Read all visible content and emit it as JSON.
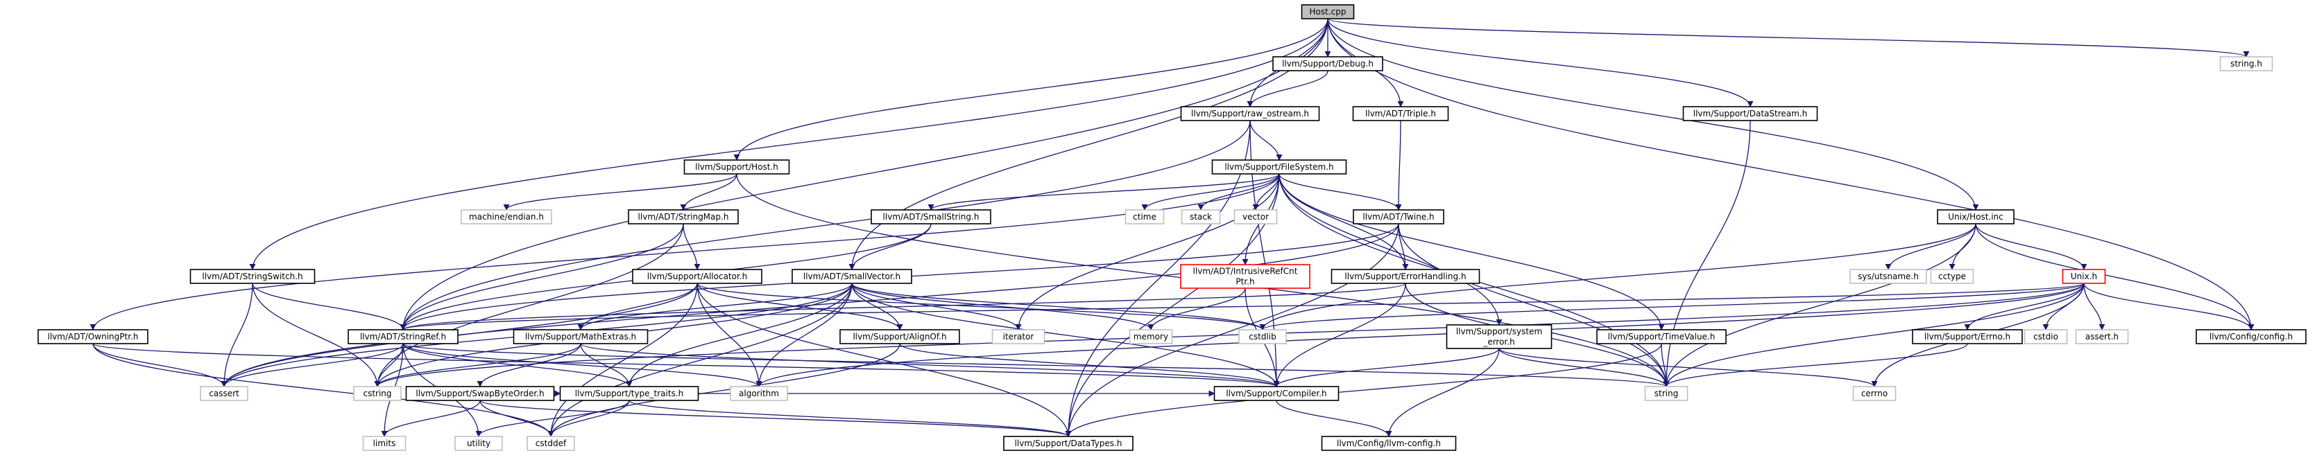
{
  "diagram": {
    "colors": {
      "edge": "#191970",
      "root_fill": "#bfbfbf",
      "node_border": "#000000",
      "external_border": "#bfbfbf",
      "highlight_border": "#ff0000",
      "text": "#000000"
    },
    "nodes": [
      {
        "id": "host_cpp",
        "label": "Host.cpp",
        "kind": "root"
      },
      {
        "id": "debug_h",
        "label": "llvm/Support/Debug.h",
        "kind": "file"
      },
      {
        "id": "string_h",
        "label": "string.h",
        "kind": "external"
      },
      {
        "id": "raw_ostream_h",
        "label": "llvm/Support/raw_ostream.h",
        "kind": "file"
      },
      {
        "id": "triple_h",
        "label": "llvm/ADT/Triple.h",
        "kind": "file"
      },
      {
        "id": "datastream_h",
        "label": "llvm/Support/DataStream.h",
        "kind": "file"
      },
      {
        "id": "support_host_h",
        "label": "llvm/Support/Host.h",
        "kind": "file"
      },
      {
        "id": "filesystem_h",
        "label": "llvm/Support/FileSystem.h",
        "kind": "file"
      },
      {
        "id": "machine_endian_h",
        "label": "machine/endian.h",
        "kind": "external"
      },
      {
        "id": "stringmap_h",
        "label": "llvm/ADT/StringMap.h",
        "kind": "file"
      },
      {
        "id": "smallstring_h",
        "label": "llvm/ADT/SmallString.h",
        "kind": "file"
      },
      {
        "id": "ctime",
        "label": "ctime",
        "kind": "external"
      },
      {
        "id": "stack",
        "label": "stack",
        "kind": "external"
      },
      {
        "id": "vector",
        "label": "vector",
        "kind": "external"
      },
      {
        "id": "twine_h",
        "label": "llvm/ADT/Twine.h",
        "kind": "file"
      },
      {
        "id": "unix_host_inc",
        "label": "Unix/Host.inc",
        "kind": "file"
      },
      {
        "id": "stringswitch_h",
        "label": "llvm/ADT/StringSwitch.h",
        "kind": "file"
      },
      {
        "id": "allocator_h",
        "label": "llvm/Support/Allocator.h",
        "kind": "file"
      },
      {
        "id": "smallvector_h",
        "label": "llvm/ADT/SmallVector.h",
        "kind": "file"
      },
      {
        "id": "intrusiverefcntptr_h",
        "label": "llvm/ADT/IntrusiveRefCnt\nPtr.h",
        "kind": "highlight"
      },
      {
        "id": "errorhandling_h",
        "label": "llvm/Support/ErrorHandling.h",
        "kind": "file"
      },
      {
        "id": "sys_utsname_h",
        "label": "sys/utsname.h",
        "kind": "external"
      },
      {
        "id": "cctype",
        "label": "cctype",
        "kind": "external"
      },
      {
        "id": "unix_h",
        "label": "Unix.h",
        "kind": "highlight"
      },
      {
        "id": "owningptr_h",
        "label": "llvm/ADT/OwningPtr.h",
        "kind": "file"
      },
      {
        "id": "stringref_h",
        "label": "llvm/ADT/StringRef.h",
        "kind": "file"
      },
      {
        "id": "mathextras_h",
        "label": "llvm/Support/MathExtras.h",
        "kind": "file"
      },
      {
        "id": "alignof_h",
        "label": "llvm/Support/AlignOf.h",
        "kind": "file"
      },
      {
        "id": "iterator",
        "label": "iterator",
        "kind": "external"
      },
      {
        "id": "memory",
        "label": "memory",
        "kind": "external"
      },
      {
        "id": "cstdlib",
        "label": "cstdlib",
        "kind": "external"
      },
      {
        "id": "system_error_h",
        "label": "llvm/Support/system\n_error.h",
        "kind": "file"
      },
      {
        "id": "timevalue_h",
        "label": "llvm/Support/TimeValue.h",
        "kind": "file"
      },
      {
        "id": "errno_h",
        "label": "llvm/Support/Errno.h",
        "kind": "file"
      },
      {
        "id": "cstdio",
        "label": "cstdio",
        "kind": "external"
      },
      {
        "id": "assert_h",
        "label": "assert.h",
        "kind": "external"
      },
      {
        "id": "config_h",
        "label": "llvm/Config/config.h",
        "kind": "file"
      },
      {
        "id": "cassert",
        "label": "cassert",
        "kind": "external"
      },
      {
        "id": "cstring",
        "label": "cstring",
        "kind": "external"
      },
      {
        "id": "swapbyteorder_h",
        "label": "llvm/Support/SwapByteOrder.h",
        "kind": "file"
      },
      {
        "id": "type_traits_h",
        "label": "llvm/Support/type_traits.h",
        "kind": "file"
      },
      {
        "id": "algorithm",
        "label": "algorithm",
        "kind": "external"
      },
      {
        "id": "compiler_h",
        "label": "llvm/Support/Compiler.h",
        "kind": "file"
      },
      {
        "id": "string",
        "label": "string",
        "kind": "external"
      },
      {
        "id": "cerrno",
        "label": "cerrno",
        "kind": "external"
      },
      {
        "id": "limits",
        "label": "limits",
        "kind": "external"
      },
      {
        "id": "utility",
        "label": "utility",
        "kind": "external"
      },
      {
        "id": "cstddef",
        "label": "cstddef",
        "kind": "external"
      },
      {
        "id": "datatypes_h",
        "label": "llvm/Support/DataTypes.h",
        "kind": "file"
      },
      {
        "id": "llvm_config_h",
        "label": "llvm/Config/llvm-config.h",
        "kind": "file"
      }
    ],
    "edges": [
      [
        "host_cpp",
        "debug_h"
      ],
      [
        "host_cpp",
        "string_h"
      ],
      [
        "host_cpp",
        "raw_ostream_h"
      ],
      [
        "host_cpp",
        "triple_h"
      ],
      [
        "host_cpp",
        "datastream_h"
      ],
      [
        "host_cpp",
        "support_host_h"
      ],
      [
        "host_cpp",
        "unix_host_inc"
      ],
      [
        "host_cpp",
        "stringswitch_h"
      ],
      [
        "host_cpp",
        "smallvector_h"
      ],
      [
        "host_cpp",
        "stringref_h"
      ],
      [
        "host_cpp",
        "config_h"
      ],
      [
        "debug_h",
        "raw_ostream_h"
      ],
      [
        "raw_ostream_h",
        "filesystem_h"
      ],
      [
        "raw_ostream_h",
        "stringref_h"
      ],
      [
        "raw_ostream_h",
        "compiler_h"
      ],
      [
        "raw_ostream_h",
        "datatypes_h"
      ],
      [
        "triple_h",
        "twine_h"
      ],
      [
        "datastream_h",
        "string"
      ],
      [
        "support_host_h",
        "machine_endian_h"
      ],
      [
        "support_host_h",
        "stringmap_h"
      ],
      [
        "support_host_h",
        "string"
      ],
      [
        "filesystem_h",
        "smallstring_h"
      ],
      [
        "filesystem_h",
        "ctime"
      ],
      [
        "filesystem_h",
        "stack"
      ],
      [
        "filesystem_h",
        "vector"
      ],
      [
        "filesystem_h",
        "twine_h"
      ],
      [
        "filesystem_h",
        "intrusiverefcntptr_h"
      ],
      [
        "filesystem_h",
        "errorhandling_h"
      ],
      [
        "filesystem_h",
        "system_error_h"
      ],
      [
        "filesystem_h",
        "timevalue_h"
      ],
      [
        "filesystem_h",
        "owningptr_h"
      ],
      [
        "filesystem_h",
        "iterator"
      ],
      [
        "filesystem_h",
        "datatypes_h"
      ],
      [
        "filesystem_h",
        "string"
      ],
      [
        "stringmap_h",
        "stringref_h"
      ],
      [
        "stringmap_h",
        "allocator_h"
      ],
      [
        "stringmap_h",
        "cstring"
      ],
      [
        "smallstring_h",
        "smallvector_h"
      ],
      [
        "smallstring_h",
        "stringref_h"
      ],
      [
        "twine_h",
        "stringref_h"
      ],
      [
        "twine_h",
        "errorhandling_h"
      ],
      [
        "twine_h",
        "datatypes_h"
      ],
      [
        "twine_h",
        "cassert"
      ],
      [
        "twine_h",
        "string"
      ],
      [
        "unix_host_inc",
        "sys_utsname_h"
      ],
      [
        "unix_host_inc",
        "cctype"
      ],
      [
        "unix_host_inc",
        "unix_h"
      ],
      [
        "unix_host_inc",
        "string"
      ],
      [
        "unix_host_inc",
        "cstdlib"
      ],
      [
        "unix_host_inc",
        "config_h"
      ],
      [
        "stringswitch_h",
        "stringref_h"
      ],
      [
        "stringswitch_h",
        "cassert"
      ],
      [
        "stringswitch_h",
        "cstring"
      ],
      [
        "allocator_h",
        "alignof_h"
      ],
      [
        "allocator_h",
        "mathextras_h"
      ],
      [
        "allocator_h",
        "datatypes_h"
      ],
      [
        "allocator_h",
        "algorithm"
      ],
      [
        "allocator_h",
        "cassert"
      ],
      [
        "allocator_h",
        "cstddef"
      ],
      [
        "allocator_h",
        "cstdlib"
      ],
      [
        "smallvector_h",
        "alignof_h"
      ],
      [
        "smallvector_h",
        "compiler_h"
      ],
      [
        "smallvector_h",
        "mathextras_h"
      ],
      [
        "smallvector_h",
        "type_traits_h"
      ],
      [
        "smallvector_h",
        "algorithm"
      ],
      [
        "smallvector_h",
        "cassert"
      ],
      [
        "smallvector_h",
        "cstddef"
      ],
      [
        "smallvector_h",
        "cstdlib"
      ],
      [
        "smallvector_h",
        "cstring"
      ],
      [
        "smallvector_h",
        "iterator"
      ],
      [
        "smallvector_h",
        "memory"
      ],
      [
        "intrusiverefcntptr_h",
        "memory"
      ],
      [
        "intrusiverefcntptr_h",
        "compiler_h"
      ],
      [
        "errorhandling_h",
        "compiler_h"
      ],
      [
        "errorhandling_h",
        "string"
      ],
      [
        "errorhandling_h",
        "stringref_h"
      ],
      [
        "unix_h",
        "config_h"
      ],
      [
        "unix_h",
        "errno_h"
      ],
      [
        "unix_h",
        "algorithm"
      ],
      [
        "unix_h",
        "assert_h"
      ],
      [
        "unix_h",
        "cerrno"
      ],
      [
        "unix_h",
        "cstdio"
      ],
      [
        "unix_h",
        "cstdlib"
      ],
      [
        "unix_h",
        "cstring"
      ],
      [
        "unix_h",
        "string"
      ],
      [
        "unix_h",
        "stringref_h"
      ],
      [
        "owningptr_h",
        "compiler_h"
      ],
      [
        "owningptr_h",
        "cassert"
      ],
      [
        "owningptr_h",
        "cstddef"
      ],
      [
        "stringref_h",
        "type_traits_h"
      ],
      [
        "stringref_h",
        "algorithm"
      ],
      [
        "stringref_h",
        "cassert"
      ],
      [
        "stringref_h",
        "cstring"
      ],
      [
        "stringref_h",
        "limits"
      ],
      [
        "stringref_h",
        "string"
      ],
      [
        "stringref_h",
        "utility"
      ],
      [
        "mathextras_h",
        "compiler_h"
      ],
      [
        "mathextras_h",
        "swapbyteorder_h"
      ],
      [
        "mathextras_h",
        "type_traits_h"
      ],
      [
        "mathextras_h",
        "cstring"
      ],
      [
        "alignof_h",
        "compiler_h"
      ],
      [
        "alignof_h",
        "cstddef"
      ],
      [
        "system_error_h",
        "compiler_h"
      ],
      [
        "system_error_h",
        "cerrno"
      ],
      [
        "system_error_h",
        "string"
      ],
      [
        "system_error_h",
        "llvm_config_h"
      ],
      [
        "timevalue_h",
        "datatypes_h"
      ],
      [
        "timevalue_h",
        "string"
      ],
      [
        "errno_h",
        "string"
      ],
      [
        "swapbyteorder_h",
        "compiler_h"
      ],
      [
        "swapbyteorder_h",
        "type_traits_h"
      ],
      [
        "swapbyteorder_h",
        "cstddef"
      ],
      [
        "swapbyteorder_h",
        "limits"
      ],
      [
        "swapbyteorder_h",
        "datatypes_h"
      ],
      [
        "type_traits_h",
        "datatypes_h"
      ],
      [
        "type_traits_h",
        "cstddef"
      ],
      [
        "type_traits_h",
        "utility"
      ],
      [
        "compiler_h",
        "llvm_config_h"
      ]
    ]
  }
}
